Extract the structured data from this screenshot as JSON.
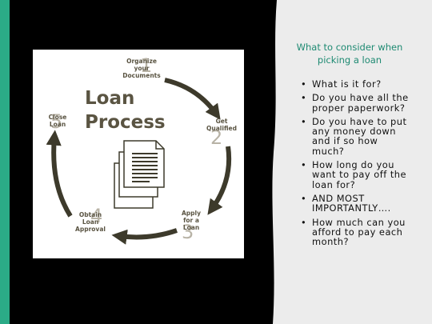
{
  "slide": {
    "heading": "What to consider when picking a loan",
    "bullets": [
      "What is it for?",
      "Do you have all the proper paperwork?",
      "Do you have to put any money down and if so how much?",
      "How long do you want to pay off the loan for?",
      "AND MOST IMPORTANTLY….",
      "How much can you afford to pay each month?"
    ],
    "bullet_char": "•"
  },
  "diagram": {
    "title_line1": "Loan",
    "title_line2": "Process",
    "steps": [
      {
        "number": "1",
        "lines": [
          "Organize",
          "your",
          "Documents"
        ]
      },
      {
        "number": "2",
        "lines": [
          "Get",
          "Qualified"
        ]
      },
      {
        "number": "3",
        "lines": [
          "Apply",
          "for a",
          "Loan"
        ]
      },
      {
        "number": "4",
        "lines": [
          "Obtain",
          "Loan",
          "Approval"
        ]
      },
      {
        "number": "5",
        "lines": [
          "Close",
          "Loan"
        ]
      }
    ]
  },
  "colors": {
    "accent_bar": "#2bab87",
    "heading": "#1e8a72",
    "panel": "#ececec",
    "arrow": "#3d3a2b",
    "diagram_text": "#5a5442",
    "step_number": "#b8b3a6"
  }
}
